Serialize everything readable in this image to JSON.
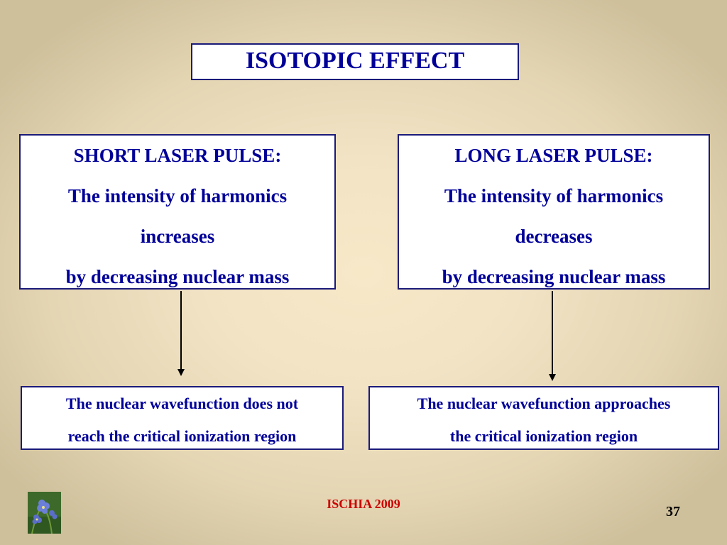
{
  "title": "ISOTOPIC EFFECT",
  "short_pulse": {
    "lines": [
      "SHORT LASER PULSE:",
      "The intensity of harmonics",
      "increases",
      "by decreasing nuclear mass"
    ]
  },
  "long_pulse": {
    "lines": [
      "LONG LASER PULSE:",
      "The intensity of harmonics",
      "decreases",
      "by decreasing nuclear mass"
    ]
  },
  "short_result": {
    "lines": [
      "The nuclear wavefunction does not",
      "reach the critical ionization region"
    ]
  },
  "long_result": {
    "lines": [
      "The nuclear wavefunction approaches",
      "the critical ionization region"
    ]
  },
  "footer": "ISCHIA 2009",
  "slide_number": "37",
  "colors": {
    "text_blue": "#000099",
    "border": "#1a1a7a",
    "footer_red": "#cc0000"
  },
  "icons": {
    "footer_image": "blue-flower-photo"
  }
}
